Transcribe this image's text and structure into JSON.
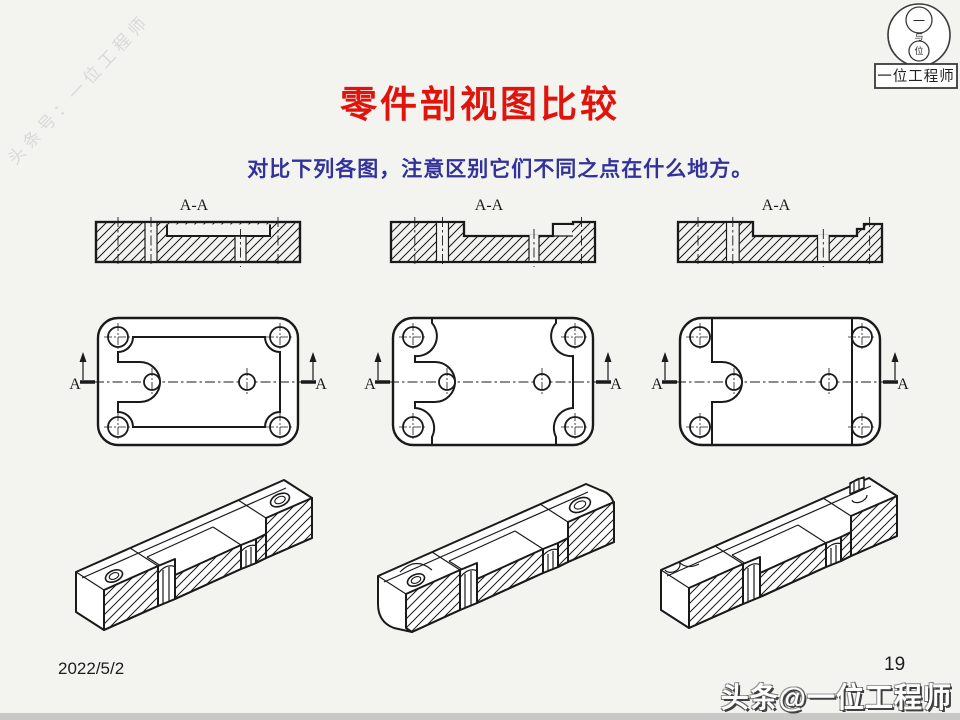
{
  "slide": {
    "title": "零件剖视图比较",
    "subtitle": "对比下列各图，注意区别它们不同之点在什么地方。",
    "date": "2022/5/2",
    "page_number": "19"
  },
  "watermarks": {
    "left_diagonal": "头条号：一位工程师",
    "bottom_right": "头条@一位工程师"
  },
  "logo": {
    "name_label": "一位工程师",
    "seal_top": "一",
    "seal_mid": "与",
    "seal_bottom": "位"
  },
  "figures": {
    "columns": [
      {
        "section_title": "A-A",
        "cut_label_left": "A",
        "cut_label_right": "A"
      },
      {
        "section_title": "A-A",
        "cut_label_left": "A",
        "cut_label_right": "A"
      },
      {
        "section_title": "A-A",
        "cut_label_left": "A",
        "cut_label_right": "A"
      }
    ]
  },
  "colors": {
    "title_red": "#e0140c",
    "subtitle_blue": "#32329a",
    "line_black": "#1a1a1a",
    "watermark_gray": "#d9d9d9"
  }
}
